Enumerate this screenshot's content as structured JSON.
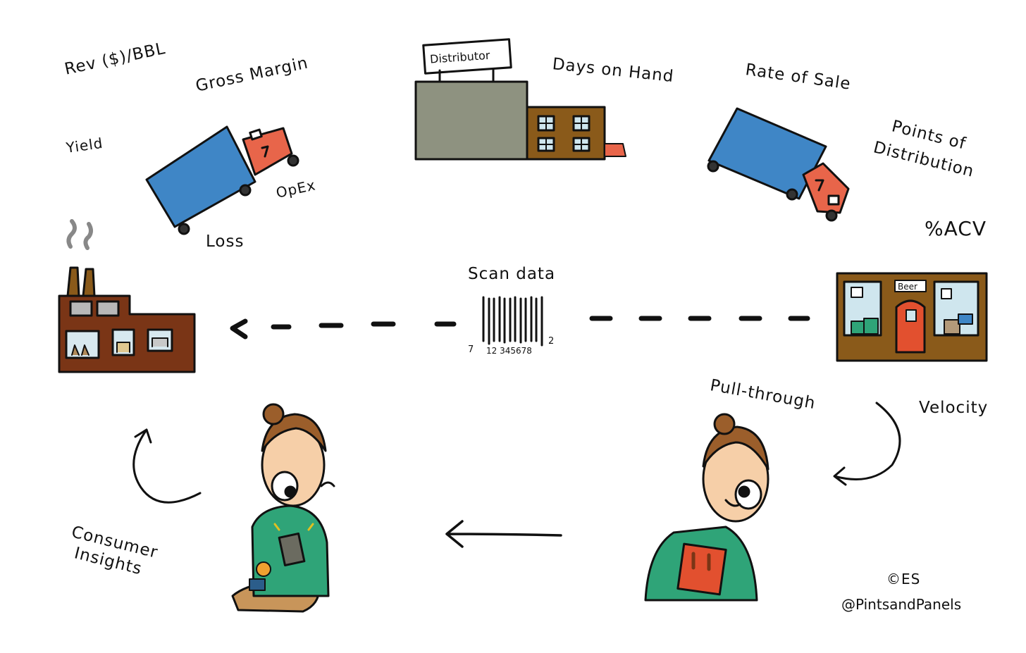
{
  "labels": {
    "rev_bbl": "Rev ($)/BBL",
    "gross_margin": "Gross Margin",
    "yield": "Yield",
    "opex": "OpEx",
    "loss": "Loss",
    "days_on_hand": "Days on Hand",
    "rate_of_sale": "Rate of Sale",
    "points_of_distribution_1": "Points of",
    "points_of_distribution_2": "Distribution",
    "acv": "%ACV",
    "scan_data": "Scan data",
    "pull_through": "Pull-through",
    "velocity": "Velocity",
    "consumer_insights_1": "Consumer",
    "consumer_insights_2": "Insights",
    "copyright": "©ES",
    "handle": "@PintsandPanels"
  },
  "signs": {
    "distributor": "Distributor",
    "beer": "Beer"
  },
  "barcode": {
    "left_digit": "7",
    "middle_digits": "12 345678",
    "right_digit": "2"
  },
  "colors": {
    "truck_body": "#3f86c6",
    "truck_cab": "#e8654a",
    "warehouse_gray": "#8e9280",
    "brown": "#8a5a1a",
    "factory_brown": "#7a3516",
    "shirt_green": "#2fa478",
    "skin": "#f6cfa8",
    "hair": "#9b5e2b",
    "door_red": "#e2502f",
    "table_tan": "#c8955a",
    "ink": "#111111"
  }
}
